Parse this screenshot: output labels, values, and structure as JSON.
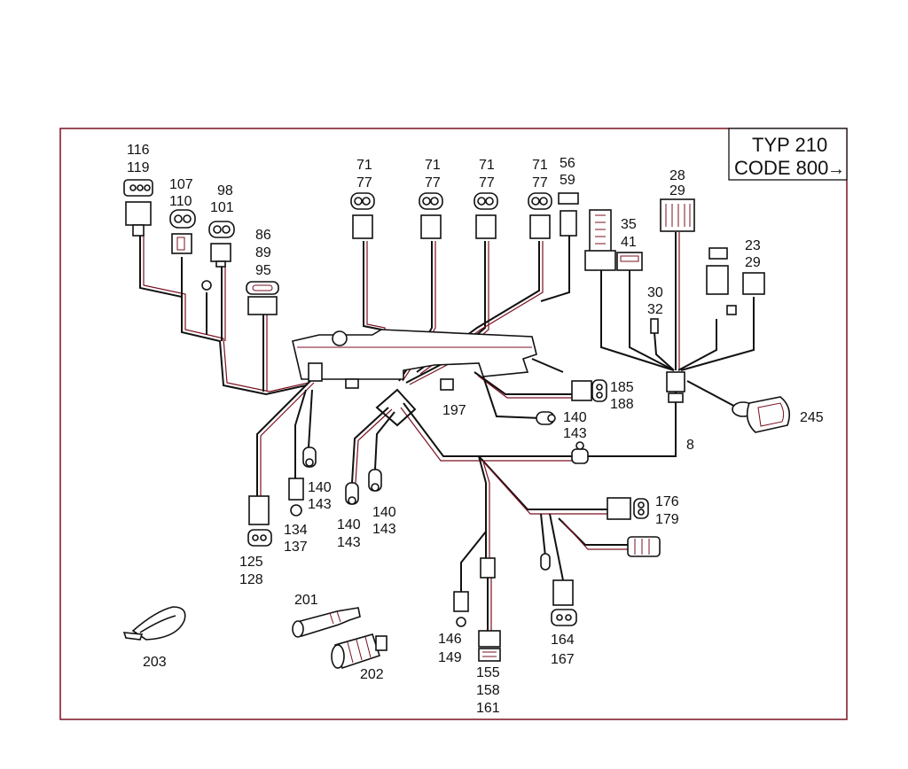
{
  "title_box": {
    "line1": "TYP 210",
    "line2": "CODE 800",
    "arrow": "→"
  },
  "colors": {
    "ink": "#111111",
    "frame": "#7a1020",
    "background": "#ffffff"
  },
  "callouts": [
    {
      "id": "c116",
      "lines": [
        "116",
        "119"
      ]
    },
    {
      "id": "c107",
      "lines": [
        "107",
        "110"
      ]
    },
    {
      "id": "c98",
      "lines": [
        "98",
        "101"
      ]
    },
    {
      "id": "c86",
      "lines": [
        "86",
        "89",
        "95"
      ]
    },
    {
      "id": "c71a",
      "lines": [
        "71",
        "77"
      ]
    },
    {
      "id": "c71b",
      "lines": [
        "71",
        "77"
      ]
    },
    {
      "id": "c71c",
      "lines": [
        "71",
        "77"
      ]
    },
    {
      "id": "c71d",
      "lines": [
        "71",
        "77"
      ]
    },
    {
      "id": "c56",
      "lines": [
        "56",
        "59"
      ]
    },
    {
      "id": "c28",
      "lines": [
        "28",
        "29"
      ]
    },
    {
      "id": "c35",
      "lines": [
        "35",
        "41"
      ]
    },
    {
      "id": "c23",
      "lines": [
        "23",
        "29"
      ]
    },
    {
      "id": "c30",
      "lines": [
        "30",
        "32"
      ]
    },
    {
      "id": "c185",
      "lines": [
        "185",
        "188"
      ]
    },
    {
      "id": "c245",
      "lines": [
        "245"
      ]
    },
    {
      "id": "c197",
      "lines": [
        "197"
      ]
    },
    {
      "id": "c140a",
      "lines": [
        "140",
        "143"
      ]
    },
    {
      "id": "c8",
      "lines": [
        "8"
      ]
    },
    {
      "id": "c140b",
      "lines": [
        "140",
        "143"
      ]
    },
    {
      "id": "c140c",
      "lines": [
        "140",
        "143"
      ]
    },
    {
      "id": "c140d",
      "lines": [
        "140",
        "143"
      ]
    },
    {
      "id": "c134",
      "lines": [
        "134",
        "137"
      ]
    },
    {
      "id": "c125",
      "lines": [
        "125",
        "128"
      ]
    },
    {
      "id": "c176",
      "lines": [
        "176",
        "179"
      ]
    },
    {
      "id": "c201",
      "lines": [
        "201"
      ]
    },
    {
      "id": "c202",
      "lines": [
        "202"
      ]
    },
    {
      "id": "c203",
      "lines": [
        "203"
      ]
    },
    {
      "id": "c146",
      "lines": [
        "146",
        "149"
      ]
    },
    {
      "id": "c155",
      "lines": [
        "155",
        "158",
        "161"
      ]
    },
    {
      "id": "c164",
      "lines": [
        "164",
        "167"
      ]
    }
  ]
}
